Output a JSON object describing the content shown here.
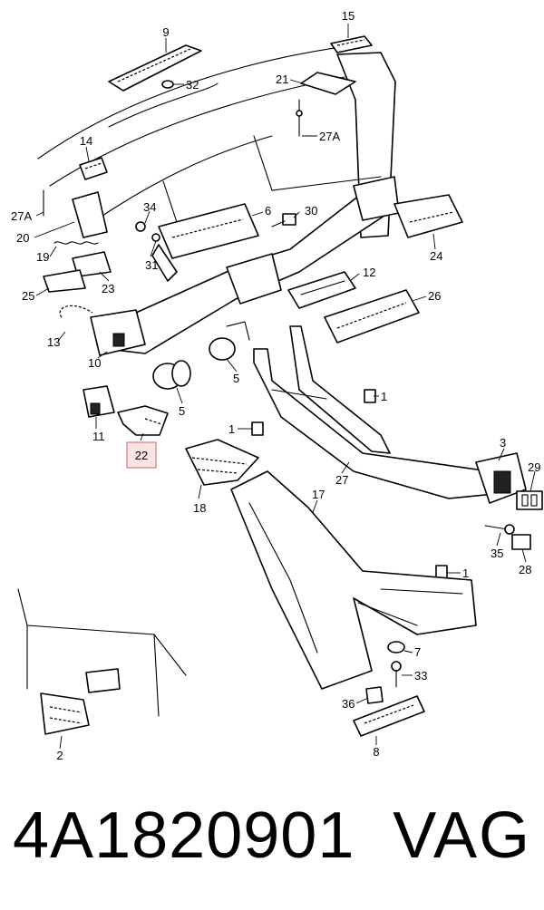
{
  "diagram": {
    "callouts": [
      "9",
      "15",
      "32",
      "21",
      "27A",
      "14",
      "27A",
      "34",
      "6",
      "30",
      "24",
      "20",
      "19",
      "31",
      "12",
      "23",
      "25",
      "26",
      "13",
      "10",
      "5",
      "1",
      "5",
      "11",
      "22",
      "3",
      "29",
      "1",
      "27",
      "18",
      "17",
      "35",
      "28",
      "1",
      "7",
      "33",
      "36",
      "2",
      "8"
    ],
    "highlighted_callout": "22"
  },
  "caption": {
    "part_number": "4A1820901",
    "brand": "VAG"
  },
  "colors": {
    "highlight_fill": "#fbe4e6",
    "highlight_border": "#d77a86"
  }
}
